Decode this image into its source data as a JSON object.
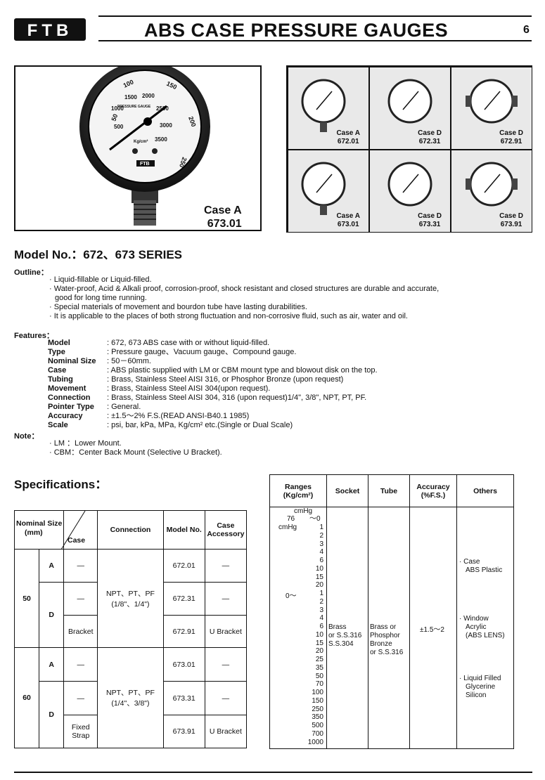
{
  "header": {
    "logo": "FTB",
    "title": "ABS CASE PRESSURE GAUGES",
    "page_number": "6"
  },
  "main_photo": {
    "case": "Case A",
    "model": "673.01",
    "dial": {
      "outer_scale": [
        "50",
        "100",
        "150",
        "200",
        "250"
      ],
      "inner_scale": [
        "500",
        "1000",
        "1500",
        "2000",
        "2500",
        "3000",
        "3500"
      ],
      "center_text": "PRESSURE GAUGE",
      "unit": "Kg/cm²",
      "brand": "FTB"
    }
  },
  "grid_photos": [
    {
      "case": "Case A",
      "model": "672.01"
    },
    {
      "case": "Case D",
      "model": "672.31"
    },
    {
      "case": "Case D",
      "model": "672.91"
    },
    {
      "case": "Case A",
      "model": "673.01"
    },
    {
      "case": "Case D",
      "model": "673.31"
    },
    {
      "case": "Case D",
      "model": "673.91"
    }
  ],
  "model_heading": "Model No.：672、673 SERIES",
  "outline": {
    "label": "Outline：",
    "bullets": [
      "· Liquid-fillable or Liquid-filled.",
      "· Water-proof, Acid & Alkali proof, corrosion-proof, shock resistant and closed structures are durable and accurate,",
      "good for long time running.",
      "· Special materials of movement and bourdon tube have lasting durabilities.",
      "· It is applicable to the places of both strong fluctuation and non-corrosive fluid, such as air, water and oil."
    ]
  },
  "features": {
    "label": "Features：",
    "rows": [
      {
        "k": "Model",
        "v": ": 672, 673 ABS case with or without liquid-filled."
      },
      {
        "k": "Type",
        "v": ": Pressure gauge、Vacuum gauge、Compound gauge."
      },
      {
        "k": "Nominal Size",
        "v": ": 50－60mm."
      },
      {
        "k": "Case",
        "v": ": ABS plastic supplied with LM or CBM mount type and blowout disk on the top."
      },
      {
        "k": "Tubing",
        "v": ": Brass, Stainless Steel AISI 316, or Phosphor Bronze (upon request)"
      },
      {
        "k": "Movement",
        "v": ": Brass, Stainless Steel AISI 304(upon request)."
      },
      {
        "k": "Connection",
        "v": ": Brass, Stainless Steel AISI 304, 316 (upon request)1/4\", 3/8\", NPT, PT, PF."
      },
      {
        "k": "Pointer Type",
        "v": ": General."
      },
      {
        "k": "Accuracy",
        "v": ": ±1.5～2% F.S.(READ ANSI-B40.1 1985)"
      },
      {
        "k": "Scale",
        "v": ": psi, bar, kPa, MPa, Kg/cm² etc.(Single or Dual Scale)"
      }
    ]
  },
  "note": {
    "label": "Note：",
    "items": [
      "· LM  ：Lower Mount.",
      "· CBM：Center Back Mount (Selective U Bracket)."
    ]
  },
  "specifications_heading": "Specifications：",
  "left_table": {
    "h_nominal": "Nominal Size",
    "h_mm": "(mm)",
    "h_case": "Case",
    "h_connection": "Connection",
    "h_model": "Model No.",
    "h_accessory": "Case Accessory",
    "size50": "50",
    "size60": "60",
    "caseA": "A",
    "caseD": "D",
    "dash": "—",
    "bracket": "Bracket",
    "fixed_strap_1": "Fixed",
    "fixed_strap_2": "Strap",
    "conn50_1": "NPT、PT、PF",
    "conn50_2": "(1/8\"、1/4\")",
    "conn60_1": "NPT、PT、PF",
    "conn60_2": "(1/4\"、3/8\")",
    "models": [
      "672.01",
      "672.31",
      "672.91",
      "673.01",
      "673.31",
      "673.91"
    ],
    "u_bracket": "U Bracket"
  },
  "right_table": {
    "h_ranges_1": "Ranges",
    "h_ranges_2": "(Kg/cm²)",
    "h_socket": "Socket",
    "h_tube": "Tube",
    "h_accuracy_1": "Accuracy",
    "h_accuracy_2": "(%F.S.)",
    "h_others": "Others",
    "ranges_cmhg_top": "cmHg",
    "ranges_76": "76",
    "ranges_76_0": "～0",
    "ranges_cmhg_left": "cmHg",
    "ranges_zero": "0～",
    "ranges_vac": [
      "1",
      "2",
      "3",
      "4",
      "6",
      "10",
      "15",
      "20"
    ],
    "ranges_pos": [
      "1",
      "2",
      "3",
      "4",
      "6",
      "10",
      "15",
      "20",
      "25",
      "35",
      "50",
      "70",
      "100",
      "150",
      "250",
      "350",
      "500",
      "700",
      "1000"
    ],
    "socket": [
      "Brass",
      "or S.S.316",
      "S.S.304"
    ],
    "tube": [
      "Brass or",
      "Phosphor",
      "Bronze",
      "or S.S.316"
    ],
    "accuracy": "±1.5～2",
    "others_case": [
      "· Case",
      "ABS Plastic"
    ],
    "others_window": [
      "· Window",
      "Acrylic",
      "(ABS LENS)"
    ],
    "others_liquid": [
      "· Liquid Filled",
      "Glycerine",
      "Silicon"
    ]
  }
}
